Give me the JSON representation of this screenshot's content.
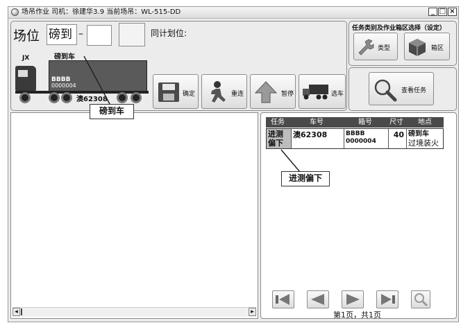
{
  "window": {
    "title": "场吊作业  司机：徐建华3.9  当前场吊：WL-515-DD",
    "min_label": "_",
    "max_label": "□",
    "close_label": "×"
  },
  "top": {
    "yard_label": "场位",
    "yard_value": "磅到",
    "dash": "–",
    "plan_label": "同计划位:",
    "truck_tag": "JX",
    "truck_caption": "磅到车",
    "container_text_1": "BBBB",
    "container_text_2": "0000004",
    "plate": "澳62308",
    "buttons": {
      "confirm": "确定",
      "rehoist": "重连",
      "pause": "暂停",
      "select_truck": "选车"
    }
  },
  "right_top": {
    "group_title": "任务类别及作业箱区选择（设定）",
    "type_label": "类型",
    "area_label": "箱区",
    "view_tasks_label": "查看任务"
  },
  "task_table": {
    "headers": [
      "任务",
      "车号",
      "箱号",
      "尺寸",
      "地点"
    ],
    "rows": [
      {
        "task": "进测偏下",
        "truck_no": "澳62308",
        "box_no_1": "BBBB",
        "box_no_2": "0000004",
        "size": "40",
        "place_1": "磅到车",
        "place_2": "过境装火"
      }
    ]
  },
  "pager": {
    "text": "第1页，共1页"
  },
  "callouts": {
    "truck": "磅到车",
    "task": "进测偏下"
  },
  "scrollbar": {
    "left_arrow": "◂",
    "right_arrow": "▸"
  }
}
